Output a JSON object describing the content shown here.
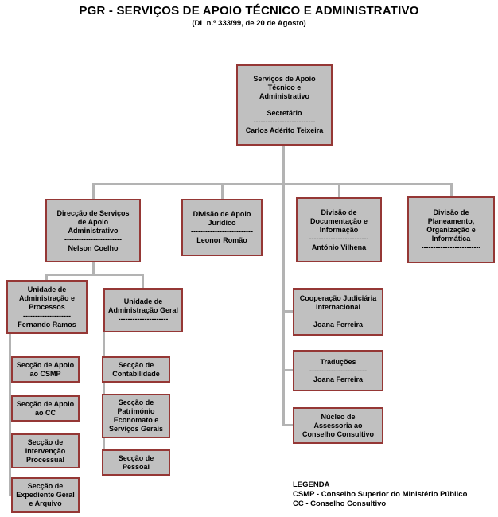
{
  "header": {
    "title": "PGR - SERVIÇOS DE APOIO TÉCNICO E ADMINISTRATIVO",
    "subtitle": "(DL n.º 333/99, de 20 de Agosto)"
  },
  "nodes": {
    "root": {
      "title": "Serviços de Apoio\nTécnico e\nAdministrativo",
      "role": "Secretário",
      "sep": "--------------------------",
      "name": "Carlos Adérito Teixeira"
    },
    "dsa": {
      "title": "Direcção de Serviços\nde Apoio\nAdministrativo",
      "sep": "------------------------",
      "name": "Nelson Coelho"
    },
    "daj": {
      "title": "Divisão de Apoio\nJurídico",
      "sep": "--------------------------",
      "name": "Leonor Romão"
    },
    "ddi": {
      "title": "Divisão de\nDocumentação e\nInformação",
      "sep": "-------------------------",
      "name": "António Vilhena"
    },
    "dpoi": {
      "title": "Divisão de\nPlaneamento,\nOrganização e\nInformática",
      "sep": "-------------------------"
    },
    "uap": {
      "title": "Unidade de\nAdministração e\nProcessos",
      "sep": "--------------------",
      "name": "Fernando Ramos"
    },
    "uag": {
      "title": "Unidade de\nAdministração Geral",
      "sep": "---------------------"
    },
    "sec_csmp": {
      "title": "Secção de Apoio\nao CSMP"
    },
    "sec_cc": {
      "title": "Secção de Apoio\nao CC"
    },
    "sec_ip": {
      "title": "Secção de\nIntervenção\nProcessual"
    },
    "sec_ega": {
      "title": "Secção de\nExpediente Geral\ne Arquivo"
    },
    "sec_cont": {
      "title": "Secção de\nContabilidade"
    },
    "sec_pat": {
      "title": "Secção de\nPatrimónio\nEconomato e\nServiços Gerais"
    },
    "sec_pes": {
      "title": "Secção de\nPessoal"
    },
    "cji": {
      "title": "Cooperação Judiciária\nInternacional",
      "name": "Joana Ferreira"
    },
    "trad": {
      "title": "Traduções",
      "sep": "------------------------",
      "name": "Joana Ferreira"
    },
    "nacc": {
      "title": "Núcleo de\nAssessoria  ao\nConselho Consultivo"
    }
  },
  "legend": {
    "title": "LEGENDA",
    "items": [
      "CSMP - Conselho Superior do Ministério Público",
      "CC - Conselho Consultivo"
    ]
  },
  "colors": {
    "box-fill": "#c0c0c0",
    "box-border": "#953735",
    "line": "#b3b3b3"
  }
}
